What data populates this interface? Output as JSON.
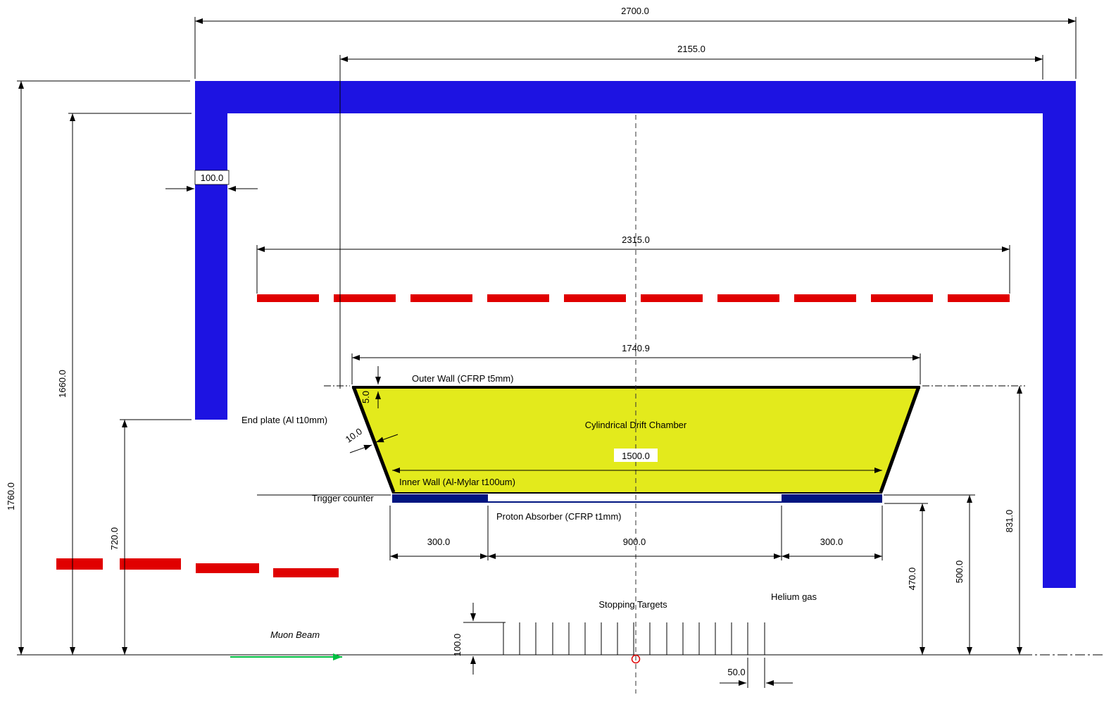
{
  "drawing": {
    "labels": {
      "outer_wall": "Outer Wall (CFRP t5mm)",
      "end_plate": "End plate (Al t10mm)",
      "chamber": "Cylindrical Drift Chamber",
      "inner_wall": "Inner Wall (Al-Mylar t100um)",
      "trigger_counter": "Trigger counter",
      "proton_absorber": "Proton Absorber (CFRP t1mm)",
      "stopping_targets": "Stopping Targets",
      "helium_gas": "Helium gas",
      "muon_beam": "Muon Beam"
    },
    "dims": {
      "total_width": "2700.0",
      "inner_width": "2155.0",
      "yoke_thickness": "100.0",
      "coil_span": "2315.0",
      "outer_wall_length": "1740.9",
      "total_height": "1760.0",
      "inner_height": "1660.0",
      "yoke_side_height": "720.0",
      "outer_wall_thickness": "5.0",
      "end_plate_thickness": "10.0",
      "inner_wall_length": "1500.0",
      "trigger_left_width": "300.0",
      "absorber_width": "900.0",
      "trigger_right_width": "300.0",
      "trigger_radius": "470.0",
      "inner_radius": "500.0",
      "outer_radius": "831.0",
      "target_diameter": "100.0",
      "target_spacing": "50.0"
    },
    "colors": {
      "yoke_blue": "#1d13e2",
      "coil_red": "#e00000",
      "chamber_yellow": "#e3ea1c",
      "trigger_navy": "#001580",
      "beam_green": "#00bf40"
    }
  }
}
